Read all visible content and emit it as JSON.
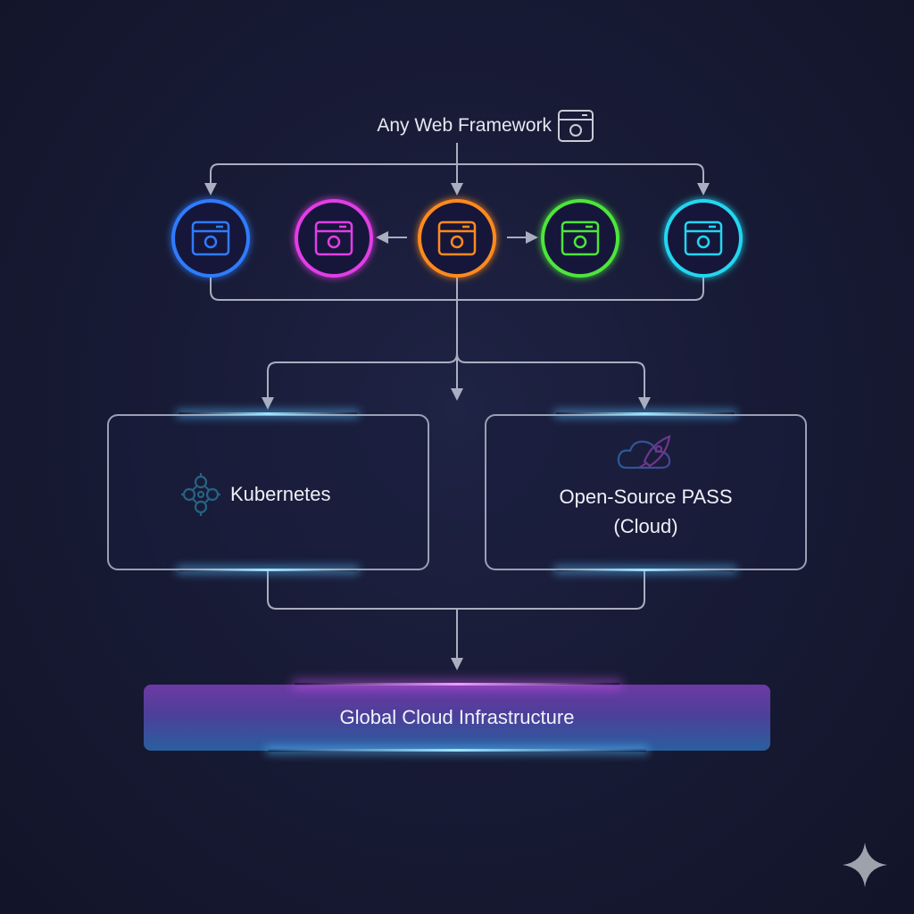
{
  "framework": {
    "label": "Any Web Framework",
    "icon": "browser-window-icon"
  },
  "apps": [
    {
      "name": "app-blue",
      "color": "#2f7bff",
      "icon": "browser-window-icon"
    },
    {
      "name": "app-magenta",
      "color": "#e23ee6",
      "icon": "browser-window-icon"
    },
    {
      "name": "app-orange",
      "color": "#ff8a1e",
      "icon": "browser-window-icon"
    },
    {
      "name": "app-green",
      "color": "#4ee63a",
      "icon": "browser-window-icon"
    },
    {
      "name": "app-cyan",
      "color": "#22d7f0",
      "icon": "browser-window-icon"
    }
  ],
  "platforms": {
    "kubernetes": {
      "label": "Kubernetes",
      "icon": "kubernetes-nodes-icon",
      "color": "#35b9d9"
    },
    "paas": {
      "line1": "Open-Source PASS",
      "line2": "(Cloud)",
      "icon": "cloud-rocket-icon"
    }
  },
  "infrastructure": {
    "label": "Global Cloud Infrastructure"
  },
  "colors": {
    "connector": "#a9aec0",
    "card_border": "#9aa0b4",
    "glow": "#8fdcff",
    "infra_top": "#6d3aa3",
    "infra_bottom": "#2a5f9e"
  }
}
